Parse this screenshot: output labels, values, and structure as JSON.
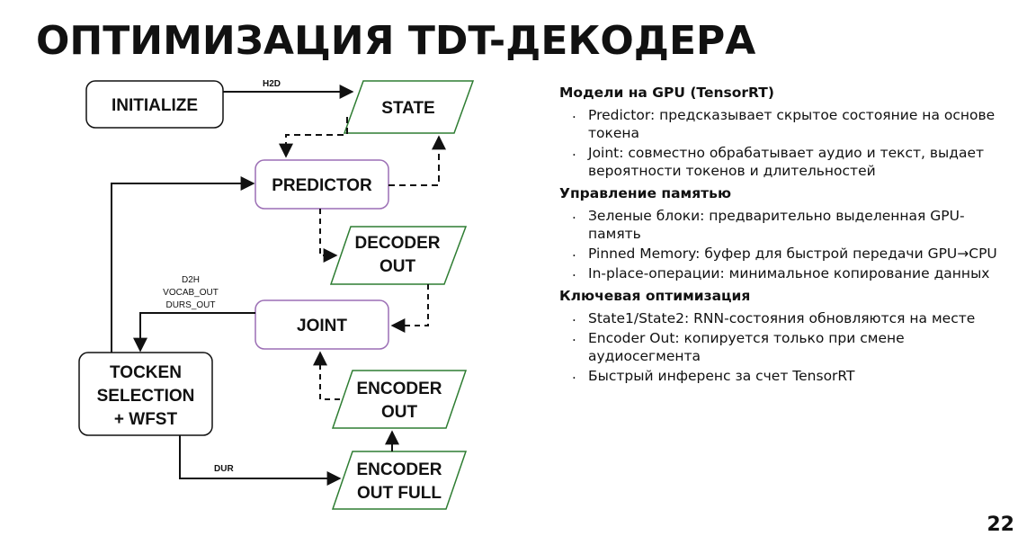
{
  "title": "ОПТИМИЗАЦИЯ TDT-ДЕКОДЕРА",
  "diagram": {
    "nodes": {
      "initialize": "INITIALIZE",
      "state": "STATE",
      "predictor": "PREDICTOR",
      "decoder_out": [
        "DECODER",
        "OUT"
      ],
      "joint": "JOINT",
      "token_selection": [
        "TOCKEN",
        "SELECTION",
        "+ WFST"
      ],
      "encoder_out": [
        "ENCODER",
        "OUT"
      ],
      "encoder_out_full": [
        "ENCODER",
        "OUT FULL"
      ]
    },
    "edge_labels": {
      "h2d": "H2D",
      "d2h": [
        "D2H",
        "VOCAB_OUT",
        "DURS_OUT"
      ],
      "dur": "DUR"
    },
    "colors": {
      "gpu_block_border": "#2e7d32",
      "model_border": "#9c6fb5",
      "plain_border": "#111111"
    }
  },
  "panel": {
    "sections": [
      {
        "title": "Модели на GPU (TensorRT)",
        "items": [
          "Predictor: предсказывает скрытое состояние на основе токена",
          "Joint: совместно обрабатывает аудио и текст, выдает вероятности токенов и длительностей"
        ]
      },
      {
        "title": "Управление памятью",
        "items": [
          "Зеленые блоки: предварительно выделенная GPU-память",
          "Pinned Memory: буфер для быстрой передачи GPU→CPU",
          "In-place-операции: минимальное копирование данных"
        ]
      },
      {
        "title": "Ключевая оптимизация",
        "items": [
          "State1/State2: RNN-состояния обновляются на месте",
          "Encoder Out: копируется только при смене аудиосегмента",
          "Быстрый инференс за счет TensorRT"
        ]
      }
    ],
    "page_number": "22"
  }
}
